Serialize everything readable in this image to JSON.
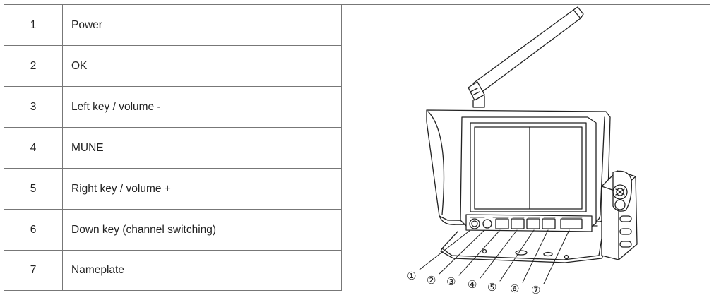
{
  "parts_table": {
    "rows": [
      {
        "number": "1",
        "name": "Power"
      },
      {
        "number": "2",
        "name": "OK"
      },
      {
        "number": "3",
        "name": "Left key / volume -"
      },
      {
        "number": "4",
        "name": "MUNE"
      },
      {
        "number": "5",
        "name": "Right key / volume +"
      },
      {
        "number": "6",
        "name": "Down key (channel switching)"
      },
      {
        "number": "7",
        "name": "Nameplate"
      }
    ]
  },
  "figure": {
    "callouts": [
      "①",
      "②",
      "③",
      "④",
      "⑤",
      "⑥",
      "⑦"
    ]
  }
}
